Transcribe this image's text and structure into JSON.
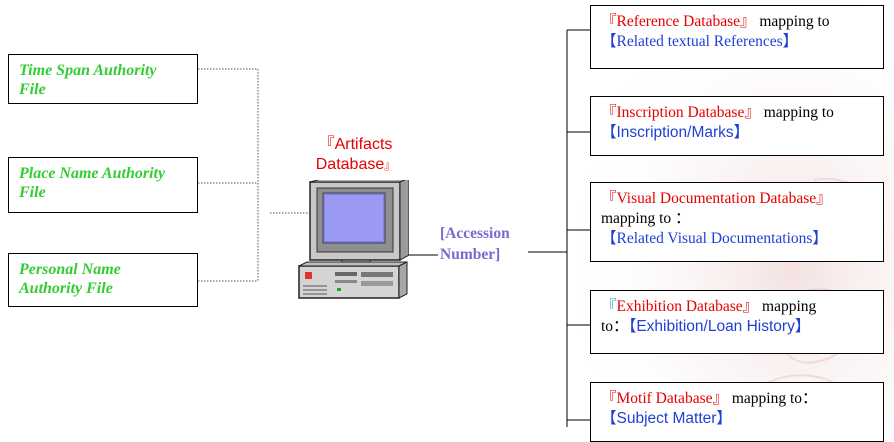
{
  "left_boxes": [
    {
      "line1": "Time Span  Authority",
      "line2": "File"
    },
    {
      "line1": "Place Name  Authority",
      "line2": "File"
    },
    {
      "line1": "Personal Name",
      "line2": "Authority File"
    }
  ],
  "center": {
    "line1": "『Artifacts",
    "line2_text": "Database",
    "line2_bracket": "』",
    "accession_line1": "[Accession",
    "accession_line2": "Number]"
  },
  "right_boxes": [
    {
      "db": "『Reference Database』",
      "map": " mapping to",
      "target": "【Related textual References】"
    },
    {
      "db": "『Inscription Database』",
      "map": " mapping to",
      "target": "【Inscription/Marks】"
    },
    {
      "db": "『Visual Documentation Database』",
      "map": "mapping to ：",
      "target": "【Related Visual Documentations】"
    },
    {
      "db_open": "『",
      "db": "Exhibition Database』",
      "map": " mapping",
      "map2": "to：",
      "target": "【Exhibition/Loan History】"
    },
    {
      "db": "『Motif Database』",
      "map": " mapping to：",
      "target": "【Subject Matter】"
    }
  ],
  "colors": {
    "authority_green": "#33cc33",
    "db_red": "#e60000",
    "target_blue": "#1f3fd6",
    "accession_purple": "#7a6ad0"
  }
}
